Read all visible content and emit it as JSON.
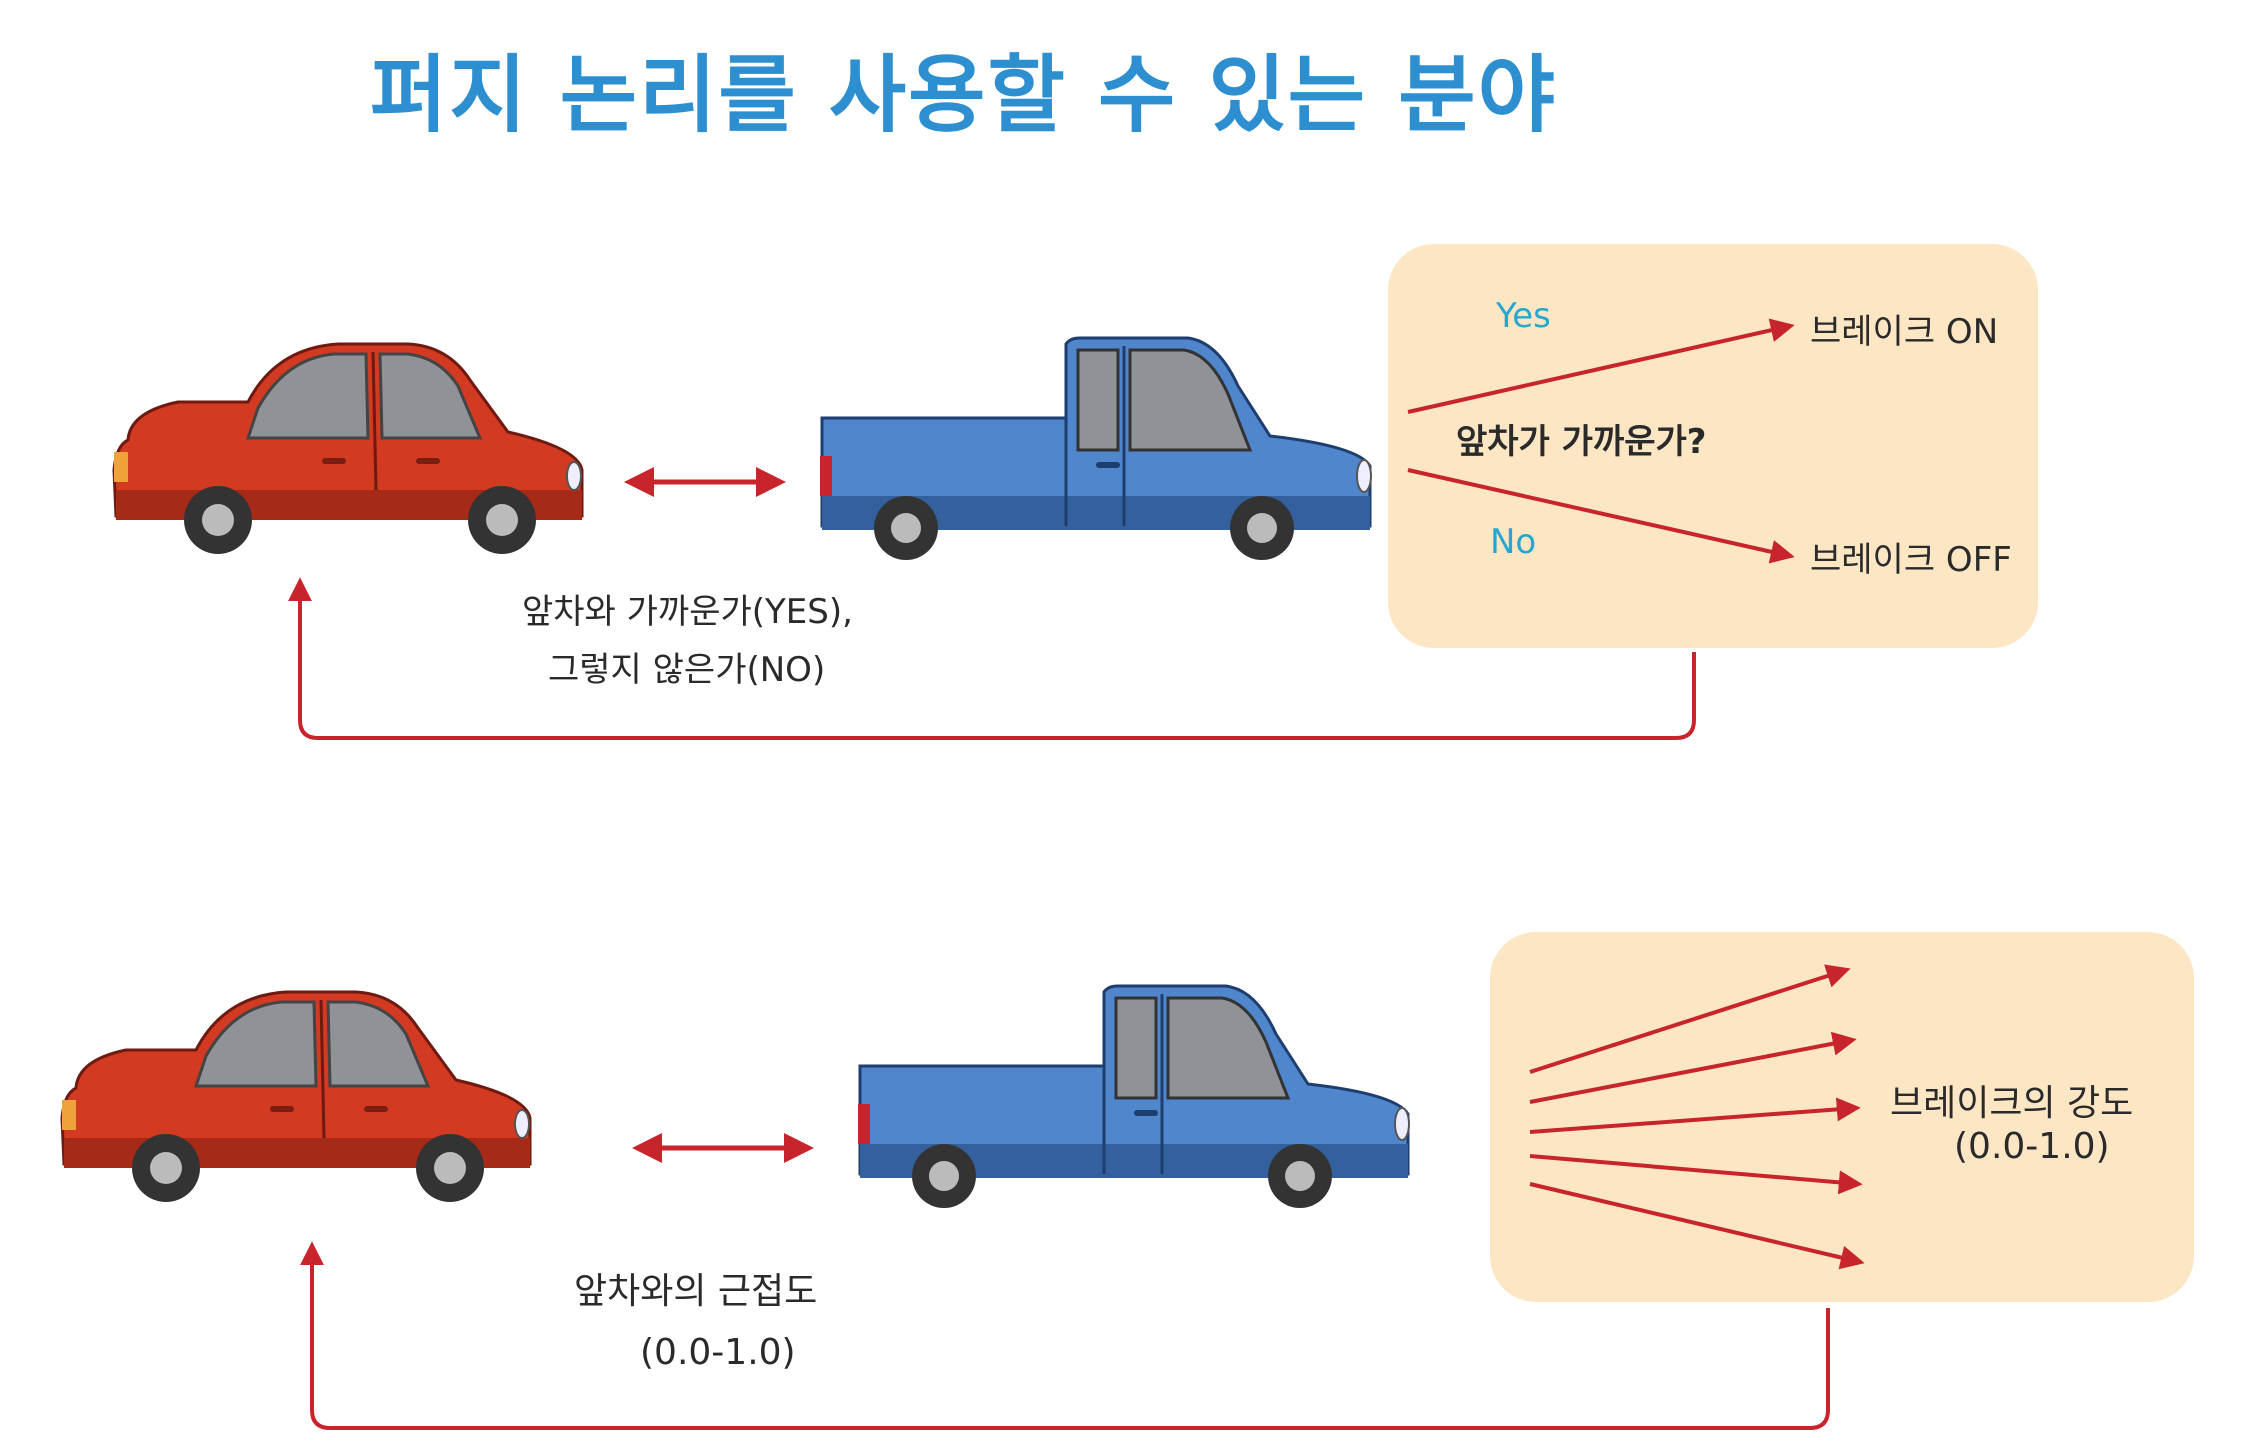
{
  "title": "퍼지 논리를 사용할 수 있는 분야",
  "colors": {
    "title": "#2d8fd0",
    "arrow": "#c8242b",
    "box_fill": "#fce6c4",
    "yes_no_text": "#27a7cf",
    "red_car": "#d33a22",
    "blue_truck": "#4f86cc"
  },
  "binary_scenario": {
    "input_label_line1": "앞차와 가까운가(YES),",
    "input_label_line2": "그렇지 않은가(NO)",
    "question": "앞차가 가까운가?",
    "yes_label": "Yes",
    "no_label": "No",
    "yes_output": "브레이크 ON",
    "no_output": "브레이크 OFF"
  },
  "fuzzy_scenario": {
    "input_label_line1": "앞차와의 근접도",
    "input_label_line2": "(0.0-1.0)",
    "output_label_line1": "브레이크의 강도",
    "output_label_line2": "(0.0-1.0)"
  }
}
